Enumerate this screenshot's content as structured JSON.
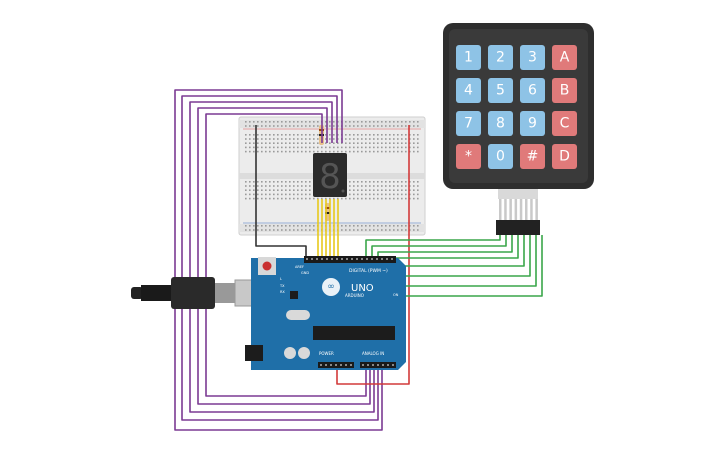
{
  "keypad": {
    "keys": [
      "1",
      "2",
      "3",
      "A",
      "4",
      "5",
      "6",
      "B",
      "7",
      "8",
      "9",
      "C",
      "*",
      "0",
      "#",
      "D"
    ]
  },
  "arduino": {
    "brand": "ARDUINO",
    "model": "UNO",
    "digital_label": "DIGITAL (PWM ~)",
    "power_label": "POWER",
    "analog_label": "ANALOG IN",
    "aref_label": "AREF",
    "gnd_label": "GND",
    "tx_label": "TX",
    "rx_label": "RX",
    "l_label": "L",
    "on_label": "ON"
  },
  "display": {
    "digit": "8"
  },
  "colors": {
    "board": "#1f6fa8",
    "keypad_frame": "#2e2e2e",
    "key_blue": "#8ec3e6",
    "key_red": "#e07a7a",
    "wire_purple": "#7b3a93",
    "wire_green": "#3aa64a",
    "wire_red": "#d23a3a",
    "wire_yellow": "#e7c91d",
    "wire_black": "#333333"
  }
}
